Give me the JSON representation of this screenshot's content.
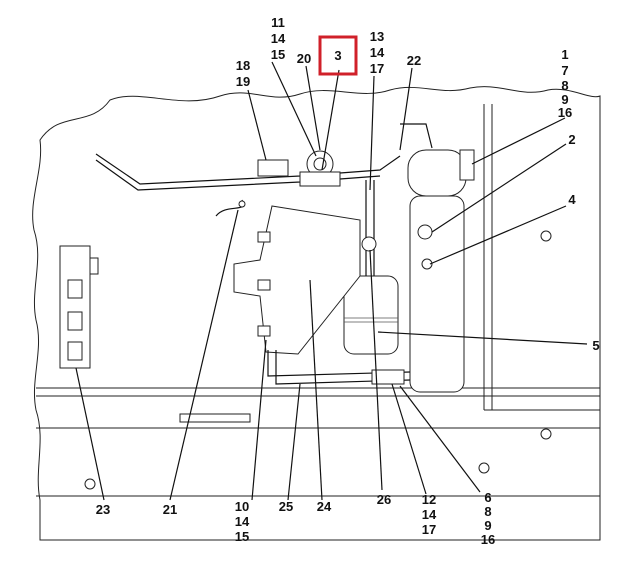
{
  "highlight_color": "#d0202a",
  "callouts": {
    "c_11_14_15": [
      "11",
      "14",
      "15"
    ],
    "c_20": "20",
    "c_3": "3",
    "c_13_14_17": [
      "13",
      "14",
      "17"
    ],
    "c_22": "22",
    "c_18_19": [
      "18",
      "19"
    ],
    "c_1_7_8_9_16": [
      "1",
      "7",
      "8",
      "9",
      "16"
    ],
    "c_2": "2",
    "c_4": "4",
    "c_5": "5",
    "c_23": "23",
    "c_21": "21",
    "c_10_14_15": [
      "10",
      "14",
      "15"
    ],
    "c_25": "25",
    "c_24": "24",
    "c_26": "26",
    "c_12_14_17": [
      "12",
      "14",
      "17"
    ],
    "c_6_8_9_16": [
      "6",
      "8",
      "9",
      "16"
    ]
  }
}
